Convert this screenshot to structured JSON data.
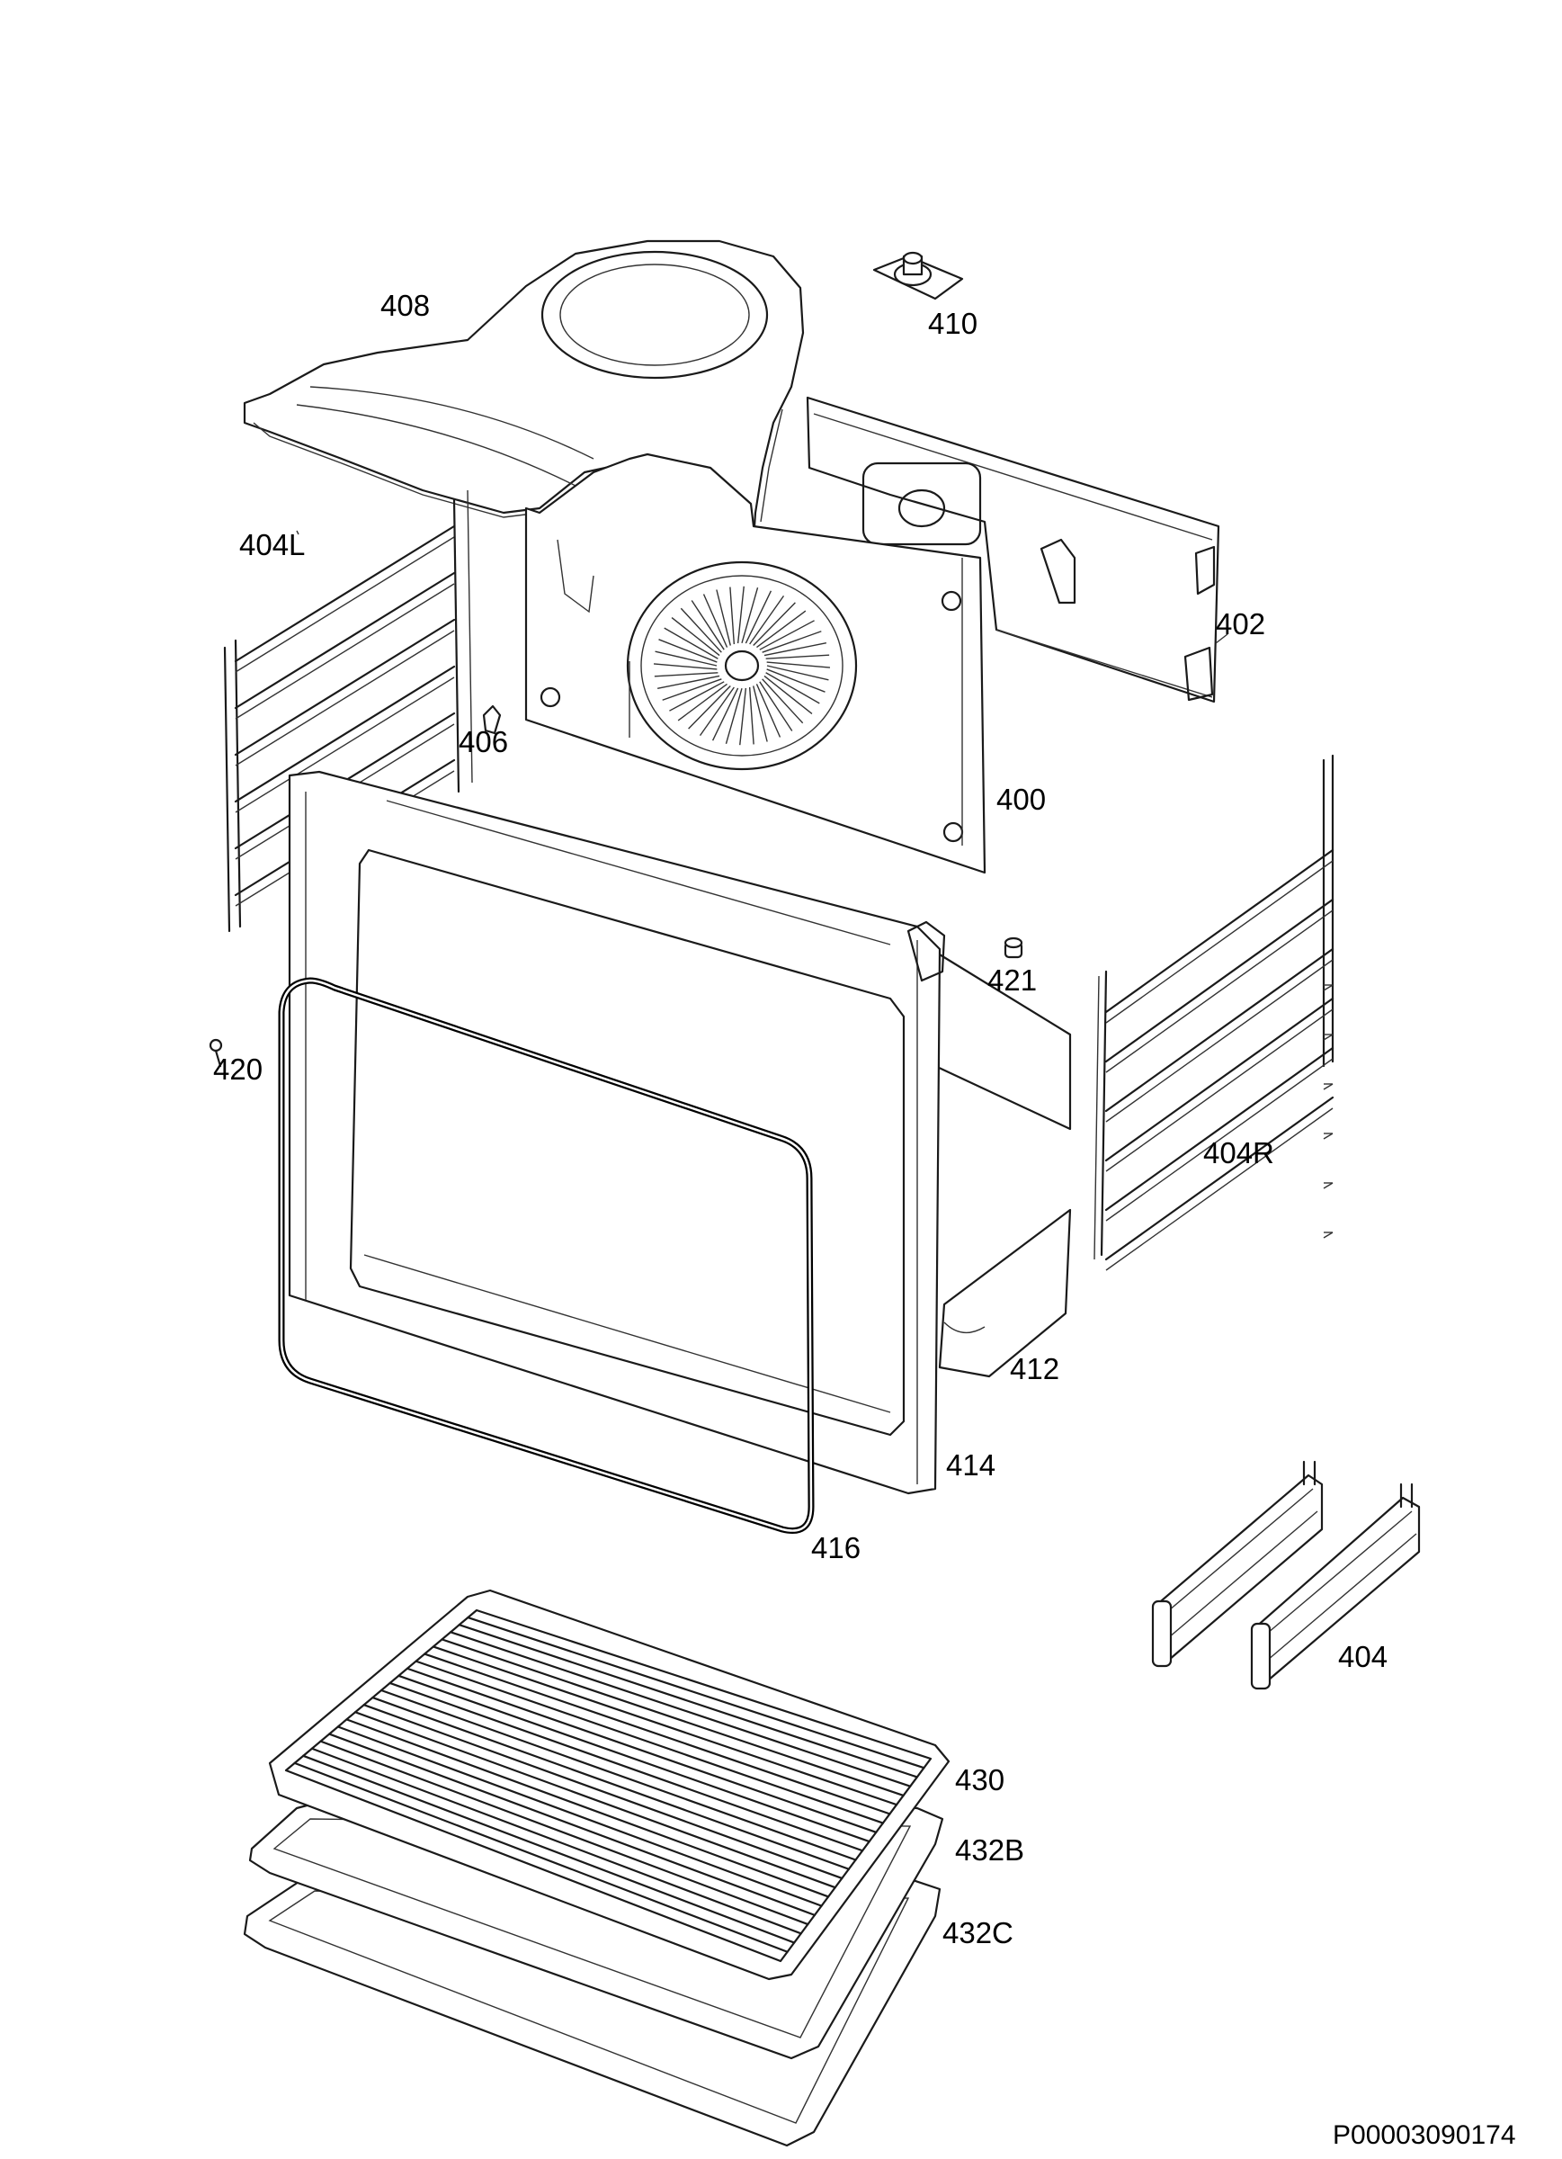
{
  "labels": {
    "p408": "408",
    "p410": "410",
    "p404L": "404L",
    "p402": "402",
    "p406": "406",
    "p400": "400",
    "p421": "421",
    "p420": "420",
    "p404R": "404R",
    "p412": "412",
    "p414": "414",
    "p416": "416",
    "p404": "404",
    "p430": "430",
    "p432B": "432B",
    "p432C": "432C"
  },
  "doc_number": "P00003090174"
}
